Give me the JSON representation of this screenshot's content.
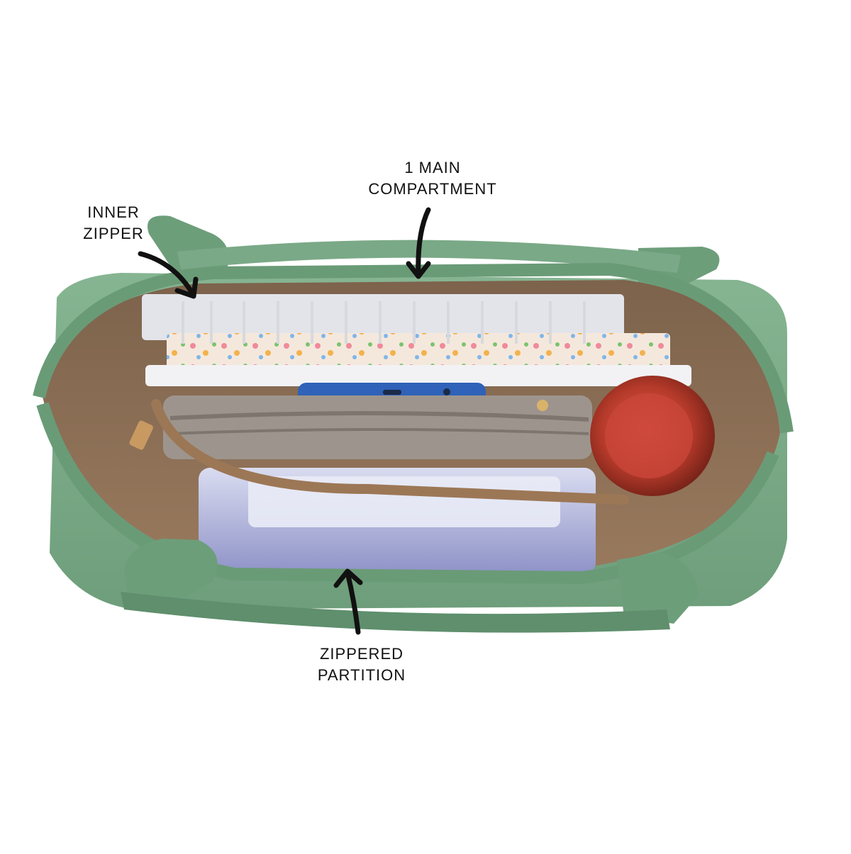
{
  "photo": {
    "subject": "open-green-handbag-interior-view",
    "colors": {
      "bag_green": "#79a886",
      "bag_green_dark": "#5f8f6d",
      "lining_brown": "#8a6e55",
      "zipper_brown": "#9c7756",
      "bottle_red": "#b53a2a",
      "phone_blue": "#2f62b8"
    }
  },
  "callouts": {
    "main_compartment": {
      "line1": "1 MAIN",
      "line2": "COMPARTMENT"
    },
    "inner_zipper": {
      "line1": "INNER",
      "line2": "ZIPPER"
    },
    "zippered_partition": {
      "line1": "ZIPPERED",
      "line2": "PARTITION"
    }
  }
}
